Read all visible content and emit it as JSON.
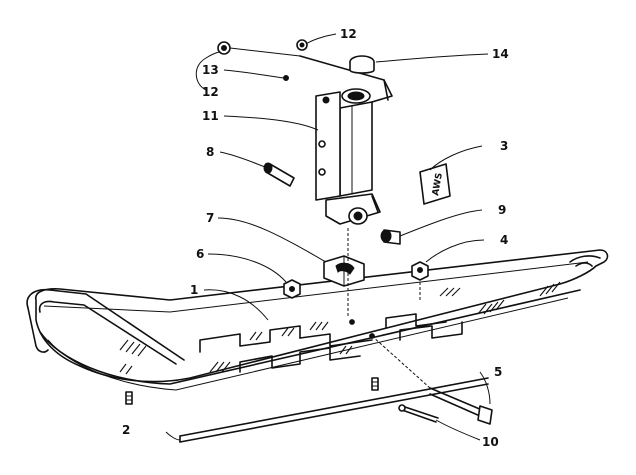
{
  "diagram": {
    "callouts": [
      {
        "id": "c1",
        "label": "1"
      },
      {
        "id": "c2",
        "label": "2"
      },
      {
        "id": "c3",
        "label": "3"
      },
      {
        "id": "c4",
        "label": "4"
      },
      {
        "id": "c5",
        "label": "5"
      },
      {
        "id": "c6",
        "label": "6"
      },
      {
        "id": "c7",
        "label": "7"
      },
      {
        "id": "c8",
        "label": "8"
      },
      {
        "id": "c9",
        "label": "9"
      },
      {
        "id": "c10",
        "label": "10"
      },
      {
        "id": "c11",
        "label": "11"
      },
      {
        "id": "c12a",
        "label": "12"
      },
      {
        "id": "c12b",
        "label": "12"
      },
      {
        "id": "c13",
        "label": "13"
      },
      {
        "id": "c14",
        "label": "14"
      }
    ],
    "decal_text": "AWS",
    "ink_color": "#111111",
    "background_color": "#ffffff"
  }
}
